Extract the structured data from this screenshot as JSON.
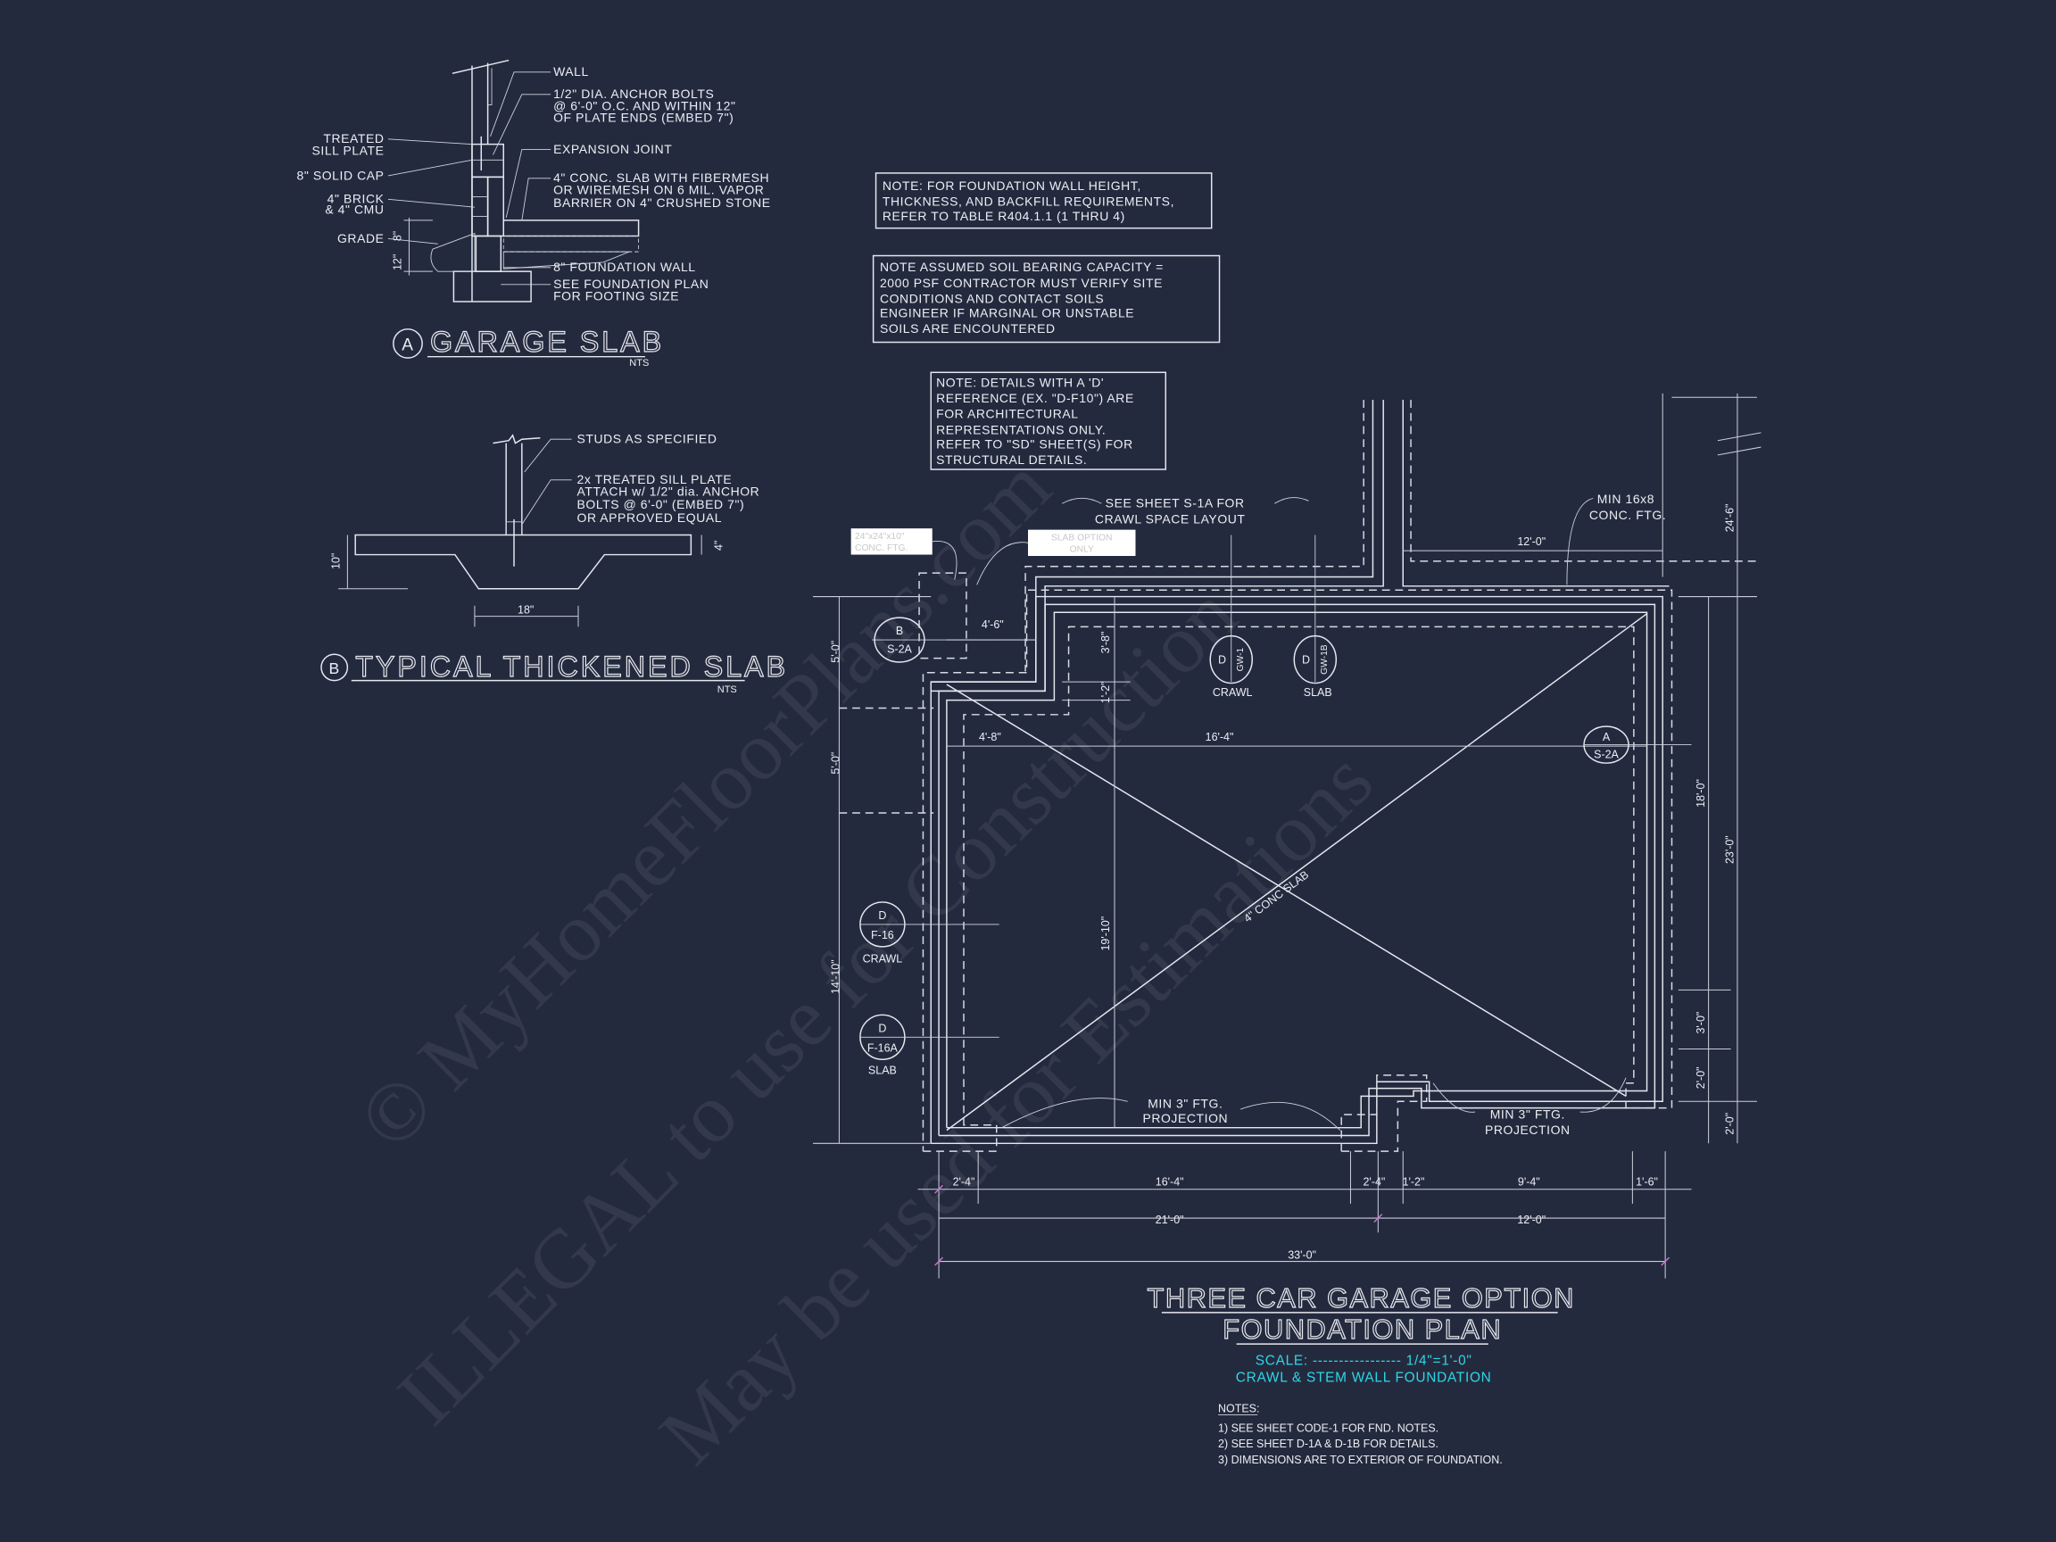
{
  "watermark": {
    "line1": "© MyHomeFloorPlans.com",
    "line2": "ILLEGAL to use for Construction",
    "line3": "May be used for Estimations"
  },
  "detail_a": {
    "tag": "A",
    "title": "GARAGE SLAB",
    "scale": "NTS",
    "labels_right": [
      "WALL",
      "1/2\" DIA. ANCHOR BOLTS",
      "@ 6'-0\" O.C. AND WITHIN 12\"",
      "OF PLATE ENDS (EMBED 7\")",
      "EXPANSION JOINT",
      "4\" CONC. SLAB WITH FIBERMESH",
      "OR WIREMESH ON 6 MIL. VAPOR",
      "BARRIER ON 4\" CRUSHED STONE",
      "8\" FOUNDATION WALL",
      "SEE FOUNDATION PLAN",
      "FOR FOOTING SIZE"
    ],
    "labels_left": [
      "TREATED",
      "SILL PLATE",
      "8\" SOLID CAP",
      "4\" BRICK",
      "& 4\" CMU",
      "GRADE"
    ],
    "dims": [
      "8\"",
      "12\""
    ]
  },
  "detail_b": {
    "tag": "B",
    "title": "TYPICAL THICKENED SLAB",
    "scale": "NTS",
    "labels": [
      "STUDS AS SPECIFIED",
      "2x  TREATED SILL PLATE",
      "ATTACH w/ 1/2\" dia. ANCHOR",
      "BOLTS @ 6'-0\" (EMBED 7\")",
      "OR APPROVED EQUAL"
    ],
    "dims": [
      "10\"",
      "4\"",
      "18\""
    ]
  },
  "notes_boxes": [
    [
      "NOTE: FOR FOUNDATION WALL HEIGHT,",
      "THICKNESS, AND BACKFILL REQUIREMENTS,",
      "REFER TO TABLE R404.1.1 (1 THRU 4)"
    ],
    [
      "NOTE ASSUMED SOIL BEARING CAPACITY =",
      "2000 PSF CONTRACTOR MUST VERIFY SITE",
      "CONDITIONS AND CONTACT SOILS",
      "ENGINEER IF MARGINAL OR UNSTABLE",
      "SOILS ARE ENCOUNTERED"
    ],
    [
      "NOTE: DETAILS WITH A 'D'",
      "REFERENCE (EX. \"D-F10\") ARE",
      "FOR ARCHITECTURAL",
      "REPRESENTATIONS ONLY.",
      "REFER TO \"SD\" SHEET(S) FOR",
      "STRUCTURAL DETAILS."
    ]
  ],
  "plan": {
    "crawl_note": [
      "SEE SHEET S-1A FOR",
      "CRAWL SPACE LAYOUT"
    ],
    "ftg_tag": [
      "24\"x24\"x10\"",
      "CONC. FTG."
    ],
    "slab_tag": [
      "SLAB OPTION",
      "ONLY"
    ],
    "min_ftg": [
      "MIN 16x8",
      "CONC. FTG."
    ],
    "projection": [
      "MIN 3\" FTG.",
      "PROJECTION"
    ],
    "slab_label": "4\" CONC SLAB",
    "callouts": [
      {
        "top": "B",
        "bottom": "S-2A",
        "label": ""
      },
      {
        "top": "D",
        "bottom": "GW-1",
        "label": "CRAWL"
      },
      {
        "top": "D",
        "bottom": "GW-1B",
        "label": "SLAB"
      },
      {
        "top": "A",
        "bottom": "S-2A",
        "label": ""
      },
      {
        "top": "D",
        "bottom": "F-16",
        "label": "CRAWL"
      },
      {
        "top": "D",
        "bottom": "F-16A",
        "label": "SLAB"
      }
    ],
    "dims": {
      "left": [
        "5'-0\"",
        "5'-0\"",
        "14'-10\""
      ],
      "inner_vertical": [
        "3'-8\"",
        "1'-2\"",
        "19'-10\""
      ],
      "inner_horizontal": [
        "4'-6\"",
        "4'-8\"",
        "16'-4\""
      ],
      "top": "12'-0\"",
      "right_inner": [
        "18'-0\"",
        "3'-0\"",
        "2'-0\""
      ],
      "right_outer": [
        "24'-6\"",
        "23'-0\"",
        "2'-0\""
      ],
      "bottom_row1": [
        "2'-4\"",
        "16'-4\"",
        "2'-4\"",
        "1'-2\"",
        "9'-4\"",
        "1'-6\""
      ],
      "bottom_row2": [
        "21'-0\"",
        "12'-0\""
      ],
      "bottom_total": "33'-0\""
    }
  },
  "title_block": {
    "title1": "THREE CAR GARAGE OPTION",
    "title2": "FOUNDATION PLAN",
    "scale": "SCALE: ----------------- 1/4\"=1'-0\"",
    "foundation": "CRAWL & STEM WALL FOUNDATION",
    "notes_heading": "NOTES:",
    "notes": [
      "1)  SEE SHEET CODE-1 FOR FND. NOTES.",
      "2)  SEE SHEET D-1A & D-1B FOR DETAILS.",
      "3)  DIMENSIONS ARE TO EXTERIOR OF FOUNDATION."
    ]
  },
  "colors": {
    "background": "#242a3e",
    "linework": "#e6e8ef",
    "accent": "#2fd6e6",
    "dim_tick": "#d070d0"
  }
}
